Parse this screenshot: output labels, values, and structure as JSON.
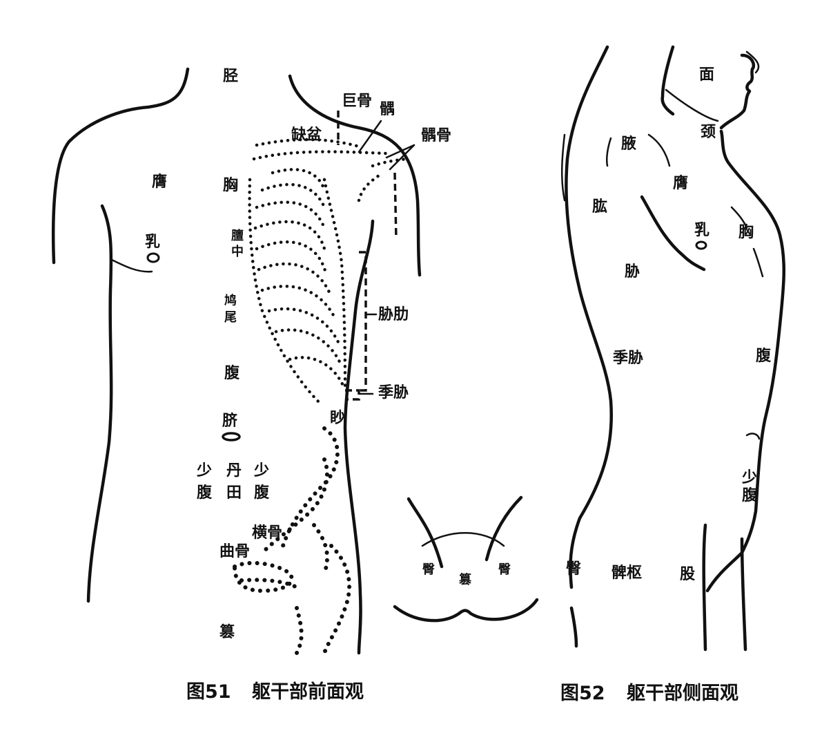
{
  "figure51": {
    "caption_num": "图51",
    "caption_text": "躯干部前面观",
    "labels": {
      "jing": "胫",
      "xiong": "胸",
      "ying_left": "膺",
      "ru": "乳",
      "quepen": "缺盆",
      "jugu": "巨骨",
      "kuo": "髃",
      "yugu": "髃骨",
      "tanzhong_1": "膻",
      "tanzhong_2": "中",
      "jiuwei_1": "鸠",
      "jiuwei_2": "尾",
      "xielei": "胁肋",
      "jixie": "季胁",
      "fu": "腹",
      "qi": "脐",
      "miao": "眇",
      "shaofu_l1": "少",
      "shaofu_l2": "腹",
      "dantian_1": "丹",
      "dantian_2": "田",
      "shaofu_r1": "少",
      "shaofu_r2": "腹",
      "henggu": "横骨",
      "qugu": "曲骨",
      "xia": "篡"
    },
    "inset_labels": {
      "tun_left": "臀",
      "cuan": "篡",
      "tun_right": "臀"
    }
  },
  "figure52": {
    "caption_num": "图52",
    "caption_text": "躯干部侧面观",
    "labels": {
      "mian": "面",
      "jing": "颈",
      "ye": "腋",
      "ying": "膺",
      "bei": "肱",
      "ru": "乳",
      "xiong": "胸",
      "xie": "胁",
      "jixie": "季胁",
      "fu": "腹",
      "shaofu_1": "少",
      "shaofu_2": "腹",
      "tun": "臀",
      "bishu": "髀枢",
      "gu": "股"
    }
  }
}
